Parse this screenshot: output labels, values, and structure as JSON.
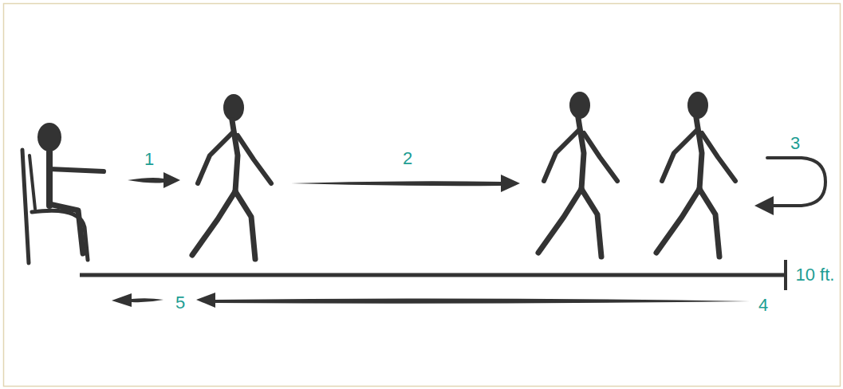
{
  "diagram": {
    "labels": [
      "1",
      "2",
      "3",
      "4",
      "5",
      "10 ft."
    ]
  }
}
